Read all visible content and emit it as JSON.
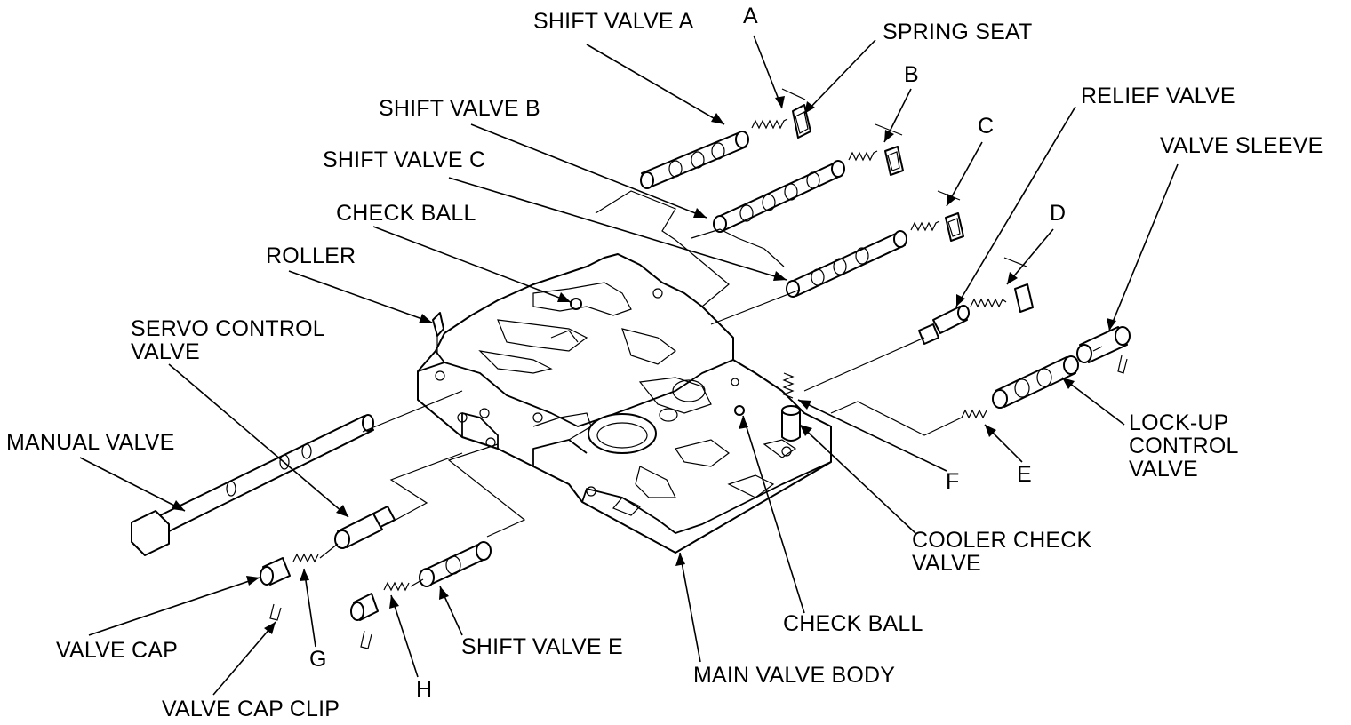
{
  "labels": {
    "shift_valve_a": "SHIFT VALVE A",
    "a": "A",
    "spring_seat": "SPRING SEAT",
    "b": "B",
    "shift_valve_b": "SHIFT VALVE B",
    "relief_valve": "RELIEF VALVE",
    "c": "C",
    "shift_valve_c": "SHIFT VALVE C",
    "valve_sleeve": "VALVE SLEEVE",
    "check_ball_top": "CHECK BALL",
    "d": "D",
    "roller": "ROLLER",
    "servo_control_valve_1": "SERVO CONTROL",
    "servo_control_valve_2": "VALVE",
    "manual_valve": "MANUAL VALVE",
    "lock_up_1": "LOCK-UP",
    "lock_up_2": "CONTROL",
    "lock_up_3": "VALVE",
    "f": "F",
    "e": "E",
    "cooler_check_1": "COOLER CHECK",
    "cooler_check_2": "VALVE",
    "check_ball_bottom": "CHECK BALL",
    "valve_cap": "VALVE CAP",
    "g": "G",
    "shift_valve_e": "SHIFT VALVE E",
    "main_valve_body": "MAIN VALVE BODY",
    "h": "H",
    "valve_cap_clip": "VALVE CAP CLIP"
  }
}
